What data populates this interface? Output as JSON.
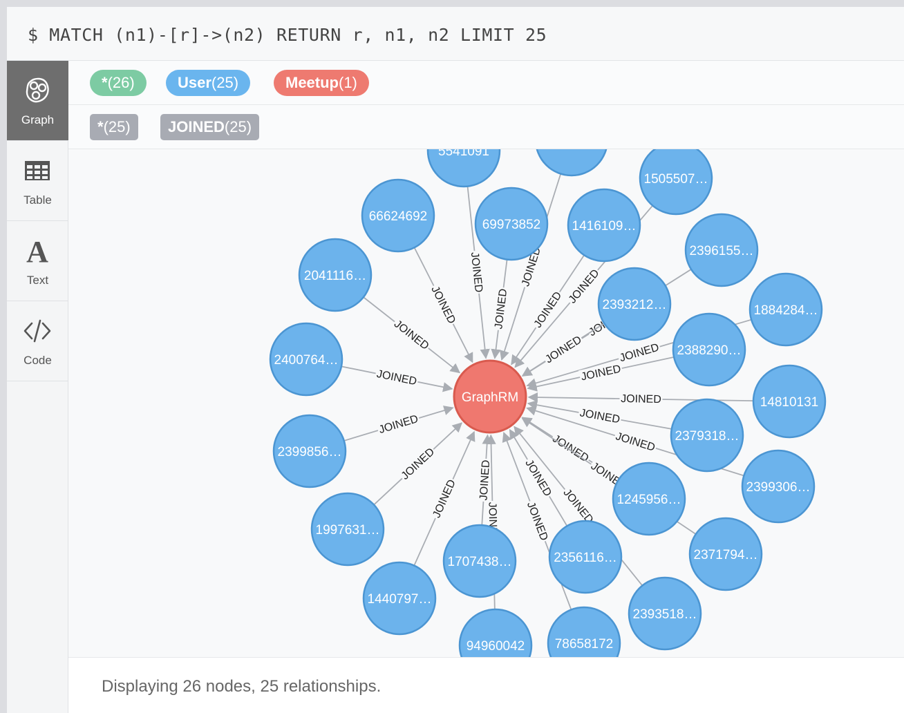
{
  "query": {
    "text": "$ MATCH (n1)-[r]->(n2) RETURN r, n1, n2 LIMIT 25"
  },
  "sidebar": {
    "items": [
      {
        "label": "Graph",
        "icon": "graph-icon",
        "active": true
      },
      {
        "label": "Table",
        "icon": "table-icon",
        "active": false
      },
      {
        "label": "Text",
        "icon": "text-icon",
        "active": false
      },
      {
        "label": "Code",
        "icon": "code-icon",
        "active": false
      }
    ]
  },
  "labels": [
    {
      "name": "*",
      "count": "(26)",
      "color": "#7dcba3"
    },
    {
      "name": "User",
      "count": "(25)",
      "color": "#6ab5ee"
    },
    {
      "name": "Meetup",
      "count": "(1)",
      "color": "#ee7a70"
    }
  ],
  "relationship_types": [
    {
      "name": "*",
      "count": "(25)"
    },
    {
      "name": "JOINED",
      "count": "(25)"
    }
  ],
  "graph": {
    "center": {
      "label": "GraphRM",
      "color": "#ef786f",
      "border": "#d95a4e"
    },
    "user_color": "#6cb3ec",
    "user_border": "#4b95d2",
    "edge_label": "JOINED",
    "nodes": [
      {
        "label": "5541091"
      },
      {
        "label": ""
      },
      {
        "label": "1505507…"
      },
      {
        "label": "66624692"
      },
      {
        "label": "69973852"
      },
      {
        "label": "1416109…"
      },
      {
        "label": "2396155…"
      },
      {
        "label": "2041116…"
      },
      {
        "label": "2393212…"
      },
      {
        "label": "1884284…"
      },
      {
        "label": "2388290…"
      },
      {
        "label": "2400764…"
      },
      {
        "label": "14810131"
      },
      {
        "label": "2379318…"
      },
      {
        "label": "2399856…"
      },
      {
        "label": "2399306…"
      },
      {
        "label": "1245956…"
      },
      {
        "label": "1997631…"
      },
      {
        "label": "2371794…"
      },
      {
        "label": "1707438…"
      },
      {
        "label": "2356116…"
      },
      {
        "label": "1440797…"
      },
      {
        "label": "2393518…"
      },
      {
        "label": "94960042"
      },
      {
        "label": "78658172"
      }
    ]
  },
  "status": {
    "text": "Displaying 26 nodes, 25 relationships."
  }
}
